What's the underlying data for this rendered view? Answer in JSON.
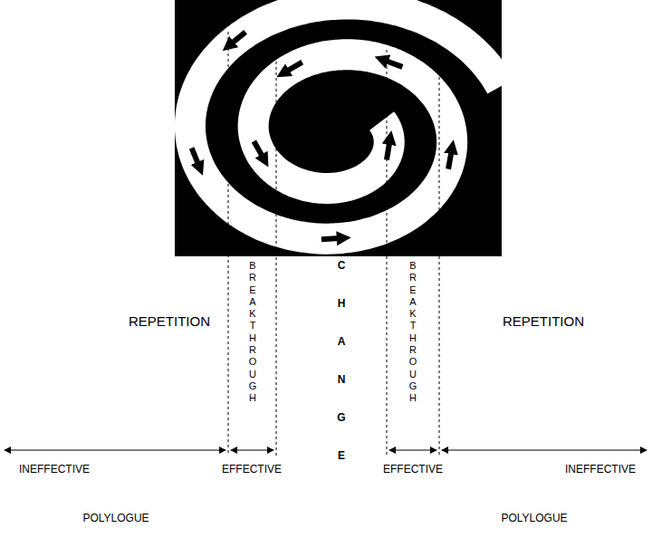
{
  "diagram": {
    "labels": [
      "REPETITION",
      "BREAKTHROUGH",
      "CHANGE",
      "BREAKTHROUGH",
      "REPETITION",
      "INEFFECTIVE",
      "EFFECTIVE",
      "EFFECTIVE",
      "INEFFECTIVE",
      "POLYLOGUE",
      "POLYLOGUE"
    ]
  }
}
